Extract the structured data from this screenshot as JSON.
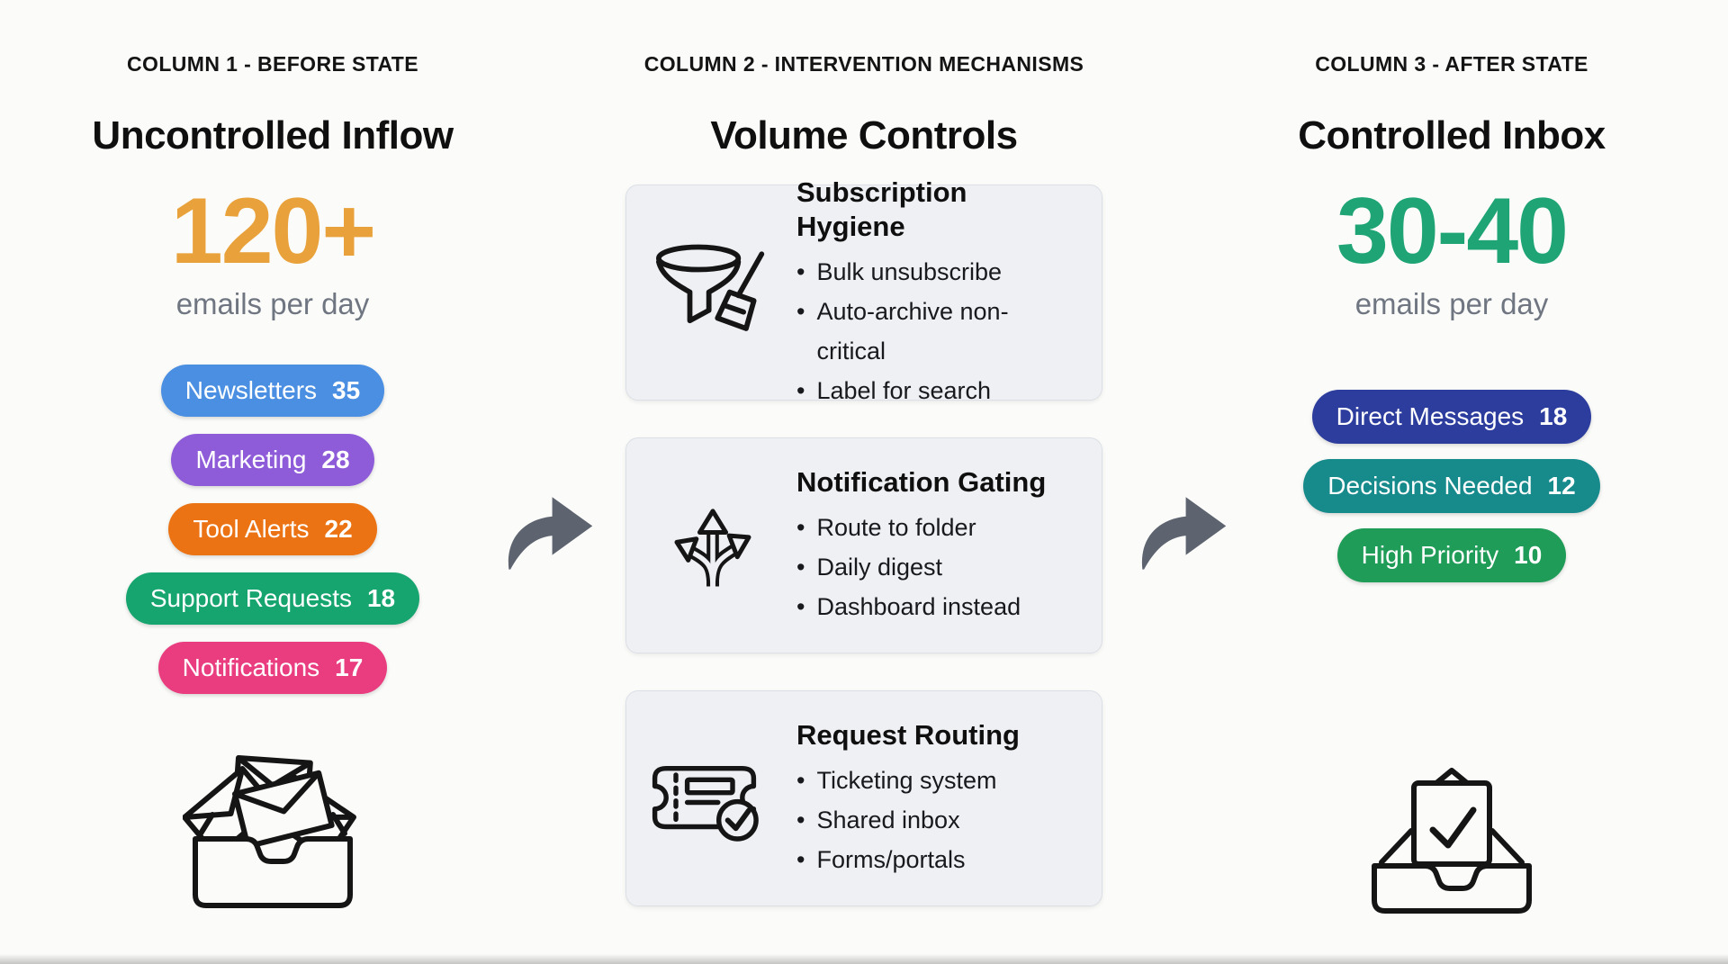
{
  "palette": {
    "background": "#FBFBF9",
    "card_bg": "#EEF0F4",
    "card_border": "#DCE0E6",
    "arrow": "#5D6470",
    "caption_gray": "#6F7681",
    "ink": "#141414"
  },
  "columns": {
    "before": {
      "kicker": "COLUMN 1 - BEFORE STATE",
      "title": "Uncontrolled Inflow",
      "metric_value": "120+",
      "metric_color": "#E9A23B",
      "metric_caption": "emails per day",
      "pills": [
        {
          "label": "Newsletters",
          "count": "35",
          "color": "#4A8FE2"
        },
        {
          "label": "Marketing",
          "count": "28",
          "color": "#8E5CD9"
        },
        {
          "label": "Tool Alerts",
          "count": "22",
          "color": "#EC7313"
        },
        {
          "label": "Support Requests",
          "count": "18",
          "color": "#16A56F"
        },
        {
          "label": "Notifications",
          "count": "17",
          "color": "#E93D80"
        }
      ],
      "icon": "overflowing-inbox"
    },
    "interventions": {
      "kicker": "COLUMN 2 - INTERVENTION MECHANISMS",
      "title": "Volume Controls",
      "cards": [
        {
          "icon": "funnel-broom",
          "title": "Subscription Hygiene",
          "bullets": [
            "Bulk unsubscribe",
            "Auto-archive non-critical",
            "Label for search"
          ]
        },
        {
          "icon": "branching-arrows",
          "title": "Notification Gating",
          "bullets": [
            "Route to folder",
            "Daily digest",
            "Dashboard instead"
          ]
        },
        {
          "icon": "ticket-check",
          "title": "Request Routing",
          "bullets": [
            "Ticketing system",
            "Shared inbox",
            "Forms/portals"
          ]
        }
      ]
    },
    "after": {
      "kicker": "COLUMN 3 - AFTER STATE",
      "title": "Controlled Inbox",
      "metric_value": "30-40",
      "metric_color": "#1EA475",
      "metric_caption": "emails per day",
      "pills": [
        {
          "label": "Direct Messages",
          "count": "18",
          "color": "#2C3D9E"
        },
        {
          "label": "Decisions Needed",
          "count": "12",
          "color": "#178A8C"
        },
        {
          "label": "High Priority",
          "count": "10",
          "color": "#1F9C57"
        }
      ],
      "icon": "inbox-check"
    }
  },
  "bullet_glyph": "•"
}
